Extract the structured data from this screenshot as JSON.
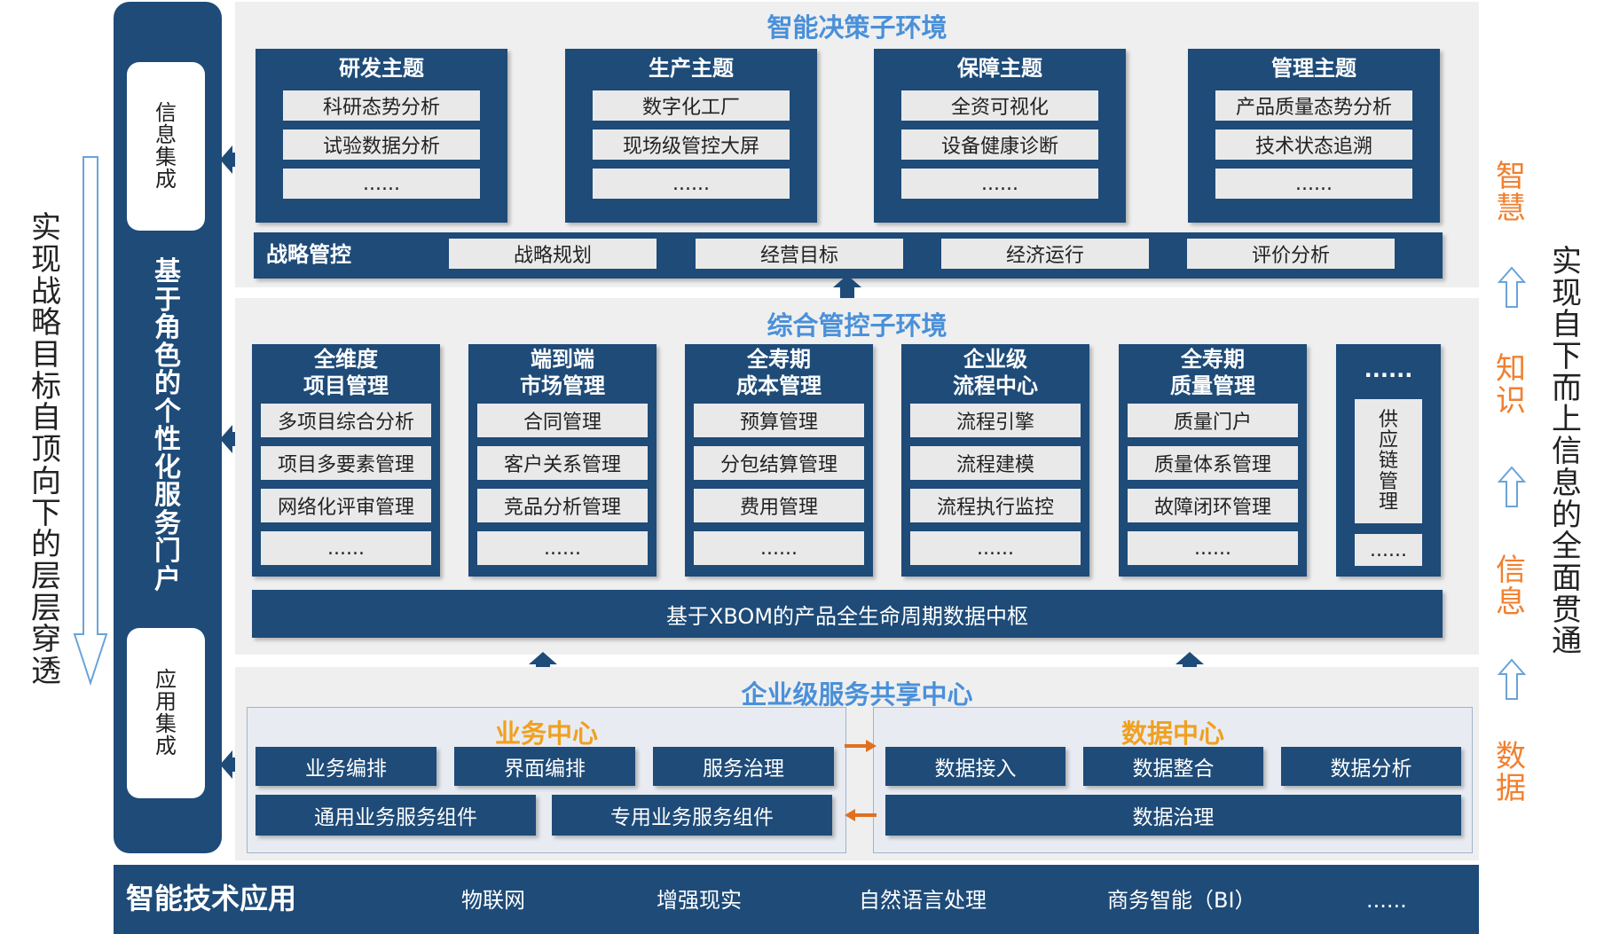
{
  "left_text": [
    "实",
    "现",
    "战",
    "略",
    "目",
    "标",
    "自",
    "顶",
    "向",
    "下",
    "的",
    "层",
    "层",
    "穿",
    "透"
  ],
  "right_text": [
    "实",
    "现",
    "自",
    "下",
    "而",
    "上",
    "信",
    "息",
    "的",
    "全",
    "面",
    "贯",
    "通"
  ],
  "right_levels": [
    [
      "智",
      "慧"
    ],
    [
      "知",
      "识"
    ],
    [
      "信",
      "息"
    ],
    [
      "数",
      "据"
    ]
  ],
  "portal": {
    "title": [
      "基",
      "于",
      "角",
      "色",
      "的",
      "个",
      "性",
      "化",
      "服",
      "务",
      "门",
      "户"
    ],
    "top_box": [
      "信",
      "息",
      "集",
      "成"
    ],
    "bottom_box": [
      "应",
      "用",
      "集",
      "成"
    ]
  },
  "decision": {
    "title": "智能决策子环境",
    "modules": [
      {
        "title": "研发主题",
        "items": [
          "科研态势分析",
          "试验数据分析",
          "......"
        ]
      },
      {
        "title": "生产主题",
        "items": [
          "数字化工厂",
          "现场级管控大屏",
          "......"
        ]
      },
      {
        "title": "保障主题",
        "items": [
          "全资可视化",
          "设备健康诊断",
          "......"
        ]
      },
      {
        "title": "管理主题",
        "items": [
          "产品质量态势分析",
          "技术状态追溯",
          "......"
        ]
      }
    ],
    "strategy": {
      "label": "战略管控",
      "items": [
        "战略规划",
        "经营目标",
        "经济运行",
        "评价分析"
      ]
    }
  },
  "management": {
    "title": "综合管控子环境",
    "modules": [
      {
        "title": [
          "全维度",
          "项目管理"
        ],
        "items": [
          "多项目综合分析",
          "项目多要素管理",
          "网络化评审管理",
          "......"
        ]
      },
      {
        "title": [
          "端到端",
          "市场管理"
        ],
        "items": [
          "合同管理",
          "客户关系管理",
          "竞品分析管理",
          "......"
        ]
      },
      {
        "title": [
          "全寿期",
          "成本管理"
        ],
        "items": [
          "预算管理",
          "分包结算管理",
          "费用管理",
          "......"
        ]
      },
      {
        "title": [
          "企业级",
          "流程中心"
        ],
        "items": [
          "流程引擎",
          "流程建模",
          "流程执行监控",
          "......"
        ]
      },
      {
        "title": [
          "全寿期",
          "质量管理"
        ],
        "items": [
          "质量门户",
          "质量体系管理",
          "故障闭环管理",
          "......"
        ]
      }
    ],
    "extra": {
      "title": "......",
      "vertical": [
        "供",
        "应",
        "链",
        "管",
        "理"
      ],
      "dots": "......"
    },
    "hub": "基于XBOM的产品全生命周期数据中枢"
  },
  "service": {
    "title": "企业级服务共享中心",
    "business": {
      "title": "业务中心",
      "row1": [
        "业务编排",
        "界面编排",
        "服务治理"
      ],
      "row2": [
        "通用业务服务组件",
        "专用业务服务组件"
      ]
    },
    "data": {
      "title": "数据中心",
      "row1": [
        "数据接入",
        "数据整合",
        "数据分析"
      ],
      "row2": [
        "数据治理"
      ]
    }
  },
  "tech": {
    "title": "智能技术应用",
    "items": [
      "物联网",
      "增强现实",
      "自然语言处理",
      "商务智能（BI）",
      "......"
    ]
  },
  "colors": {
    "dark_blue": "#1e4b78",
    "title_blue": "#4a90d9",
    "orange": "#f0a020",
    "arrow_orange": "#e07020",
    "panel_gray": "#efefef"
  }
}
